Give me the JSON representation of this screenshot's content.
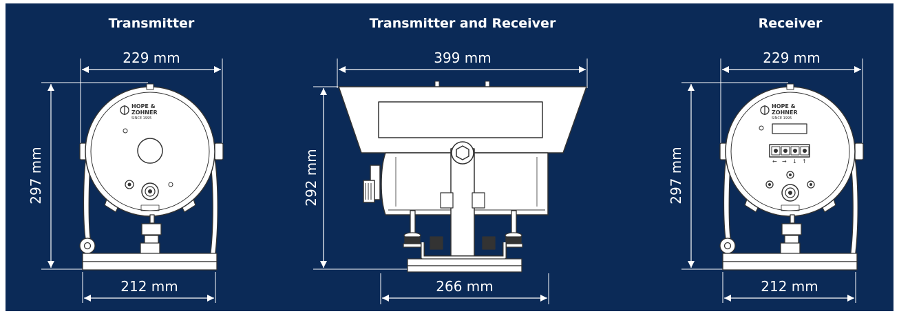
{
  "views": {
    "transmitter": {
      "title": "Transmitter",
      "top_width": "229 mm",
      "height": "297 mm",
      "base_width": "212 mm"
    },
    "combined": {
      "title": "Transmitter and Receiver",
      "top_width": "399 mm",
      "height": "292 mm",
      "base_width": "266 mm"
    },
    "receiver": {
      "title": "Receiver",
      "top_width": "229 mm",
      "height": "297 mm",
      "base_width": "212 mm"
    }
  },
  "logo_text": {
    "line1": "HOPE &",
    "line2": "ZOHNER",
    "line3": "SINCE 1995"
  },
  "colors": {
    "background": "#0b2a57",
    "line": "#ffffff",
    "body_fill": "#ffffff",
    "outline": "#333333"
  }
}
